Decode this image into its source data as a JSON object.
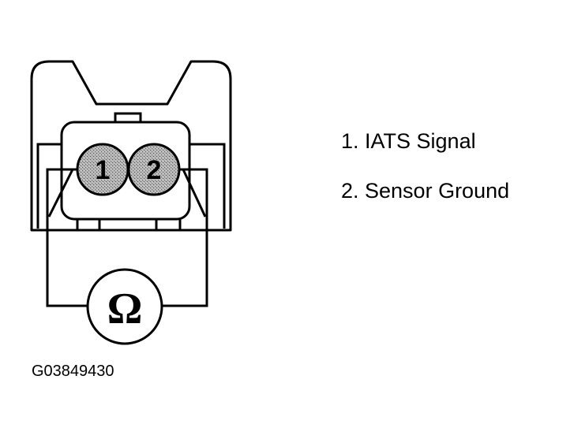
{
  "legend": {
    "items": [
      {
        "label": "1. IATS Signal"
      },
      {
        "label": "2. Sensor Ground"
      }
    ]
  },
  "connector": {
    "pins": [
      {
        "number": "1"
      },
      {
        "number": "2"
      }
    ]
  },
  "meter": {
    "symbol": "Ω",
    "icon": "ohmmeter-icon"
  },
  "figure_id": "G03849430",
  "colors": {
    "line": "#000000",
    "pin_fill": "#a8a8a8",
    "background": "#ffffff"
  }
}
